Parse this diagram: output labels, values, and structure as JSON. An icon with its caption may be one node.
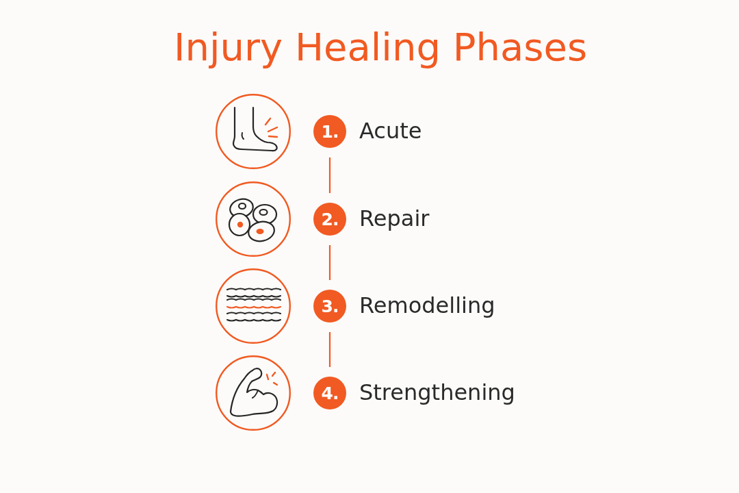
{
  "diagram": {
    "title": "Injury Healing Phases",
    "nodes": [
      {
        "text": [],
        "shape": "picture"
      },
      {
        "text": [
          "1."
        ],
        "beside": [
          "Acute"
        ]
      },
      {
        "text": [],
        "shape": "picture"
      },
      {
        "text": [
          "2."
        ],
        "beside": [
          "Repair"
        ]
      },
      {
        "text": [],
        "shape": "picture"
      },
      {
        "text": [
          "3."
        ],
        "beside": [
          "Remodelling"
        ]
      },
      {
        "text": [],
        "shape": "picture"
      },
      {
        "text": [
          "4."
        ],
        "beside": [
          "Strengthening"
        ]
      }
    ],
    "edges": [
      {
        "from": 1,
        "to": 3,
        "arrow": "none"
      },
      {
        "from": 3,
        "to": 5,
        "arrow": "none"
      },
      {
        "from": 5,
        "to": 7,
        "arrow": "none"
      }
    ]
  }
}
